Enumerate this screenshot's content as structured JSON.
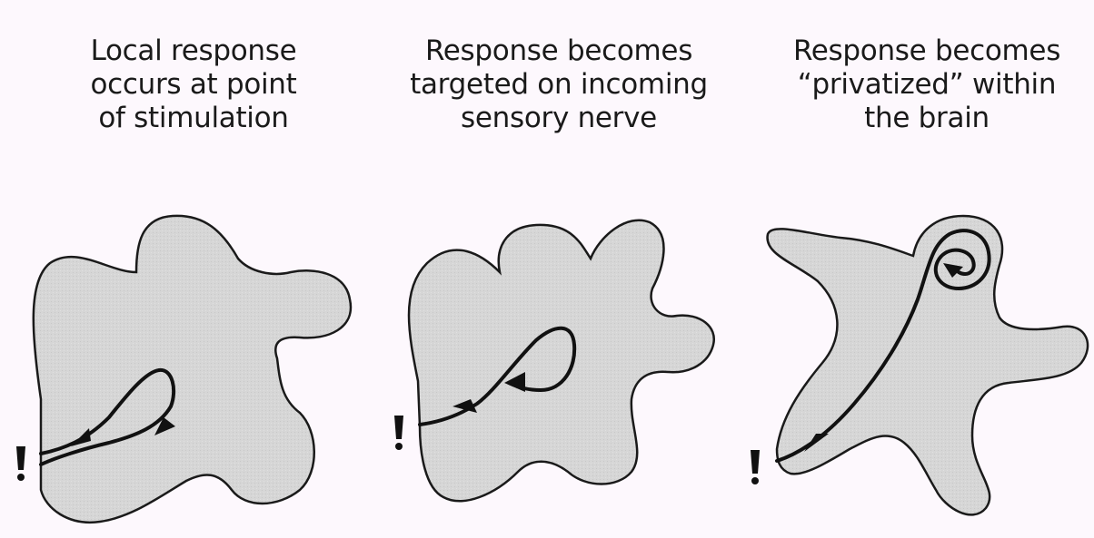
{
  "panels": [
    {
      "caption": "Local response\noccurs at point\nof stimulation"
    },
    {
      "caption": "Response becomes\ntargeted on incoming\nsensory nerve"
    },
    {
      "caption": "Response becomes\n“privatized” within\nthe brain"
    }
  ],
  "colors": {
    "background": "#fdf8fd",
    "blob_fill": "#d6d6d6",
    "outline": "#1a1a1a"
  },
  "icons": [
    "exclamation-mark-stimulus",
    "arrowhead"
  ]
}
